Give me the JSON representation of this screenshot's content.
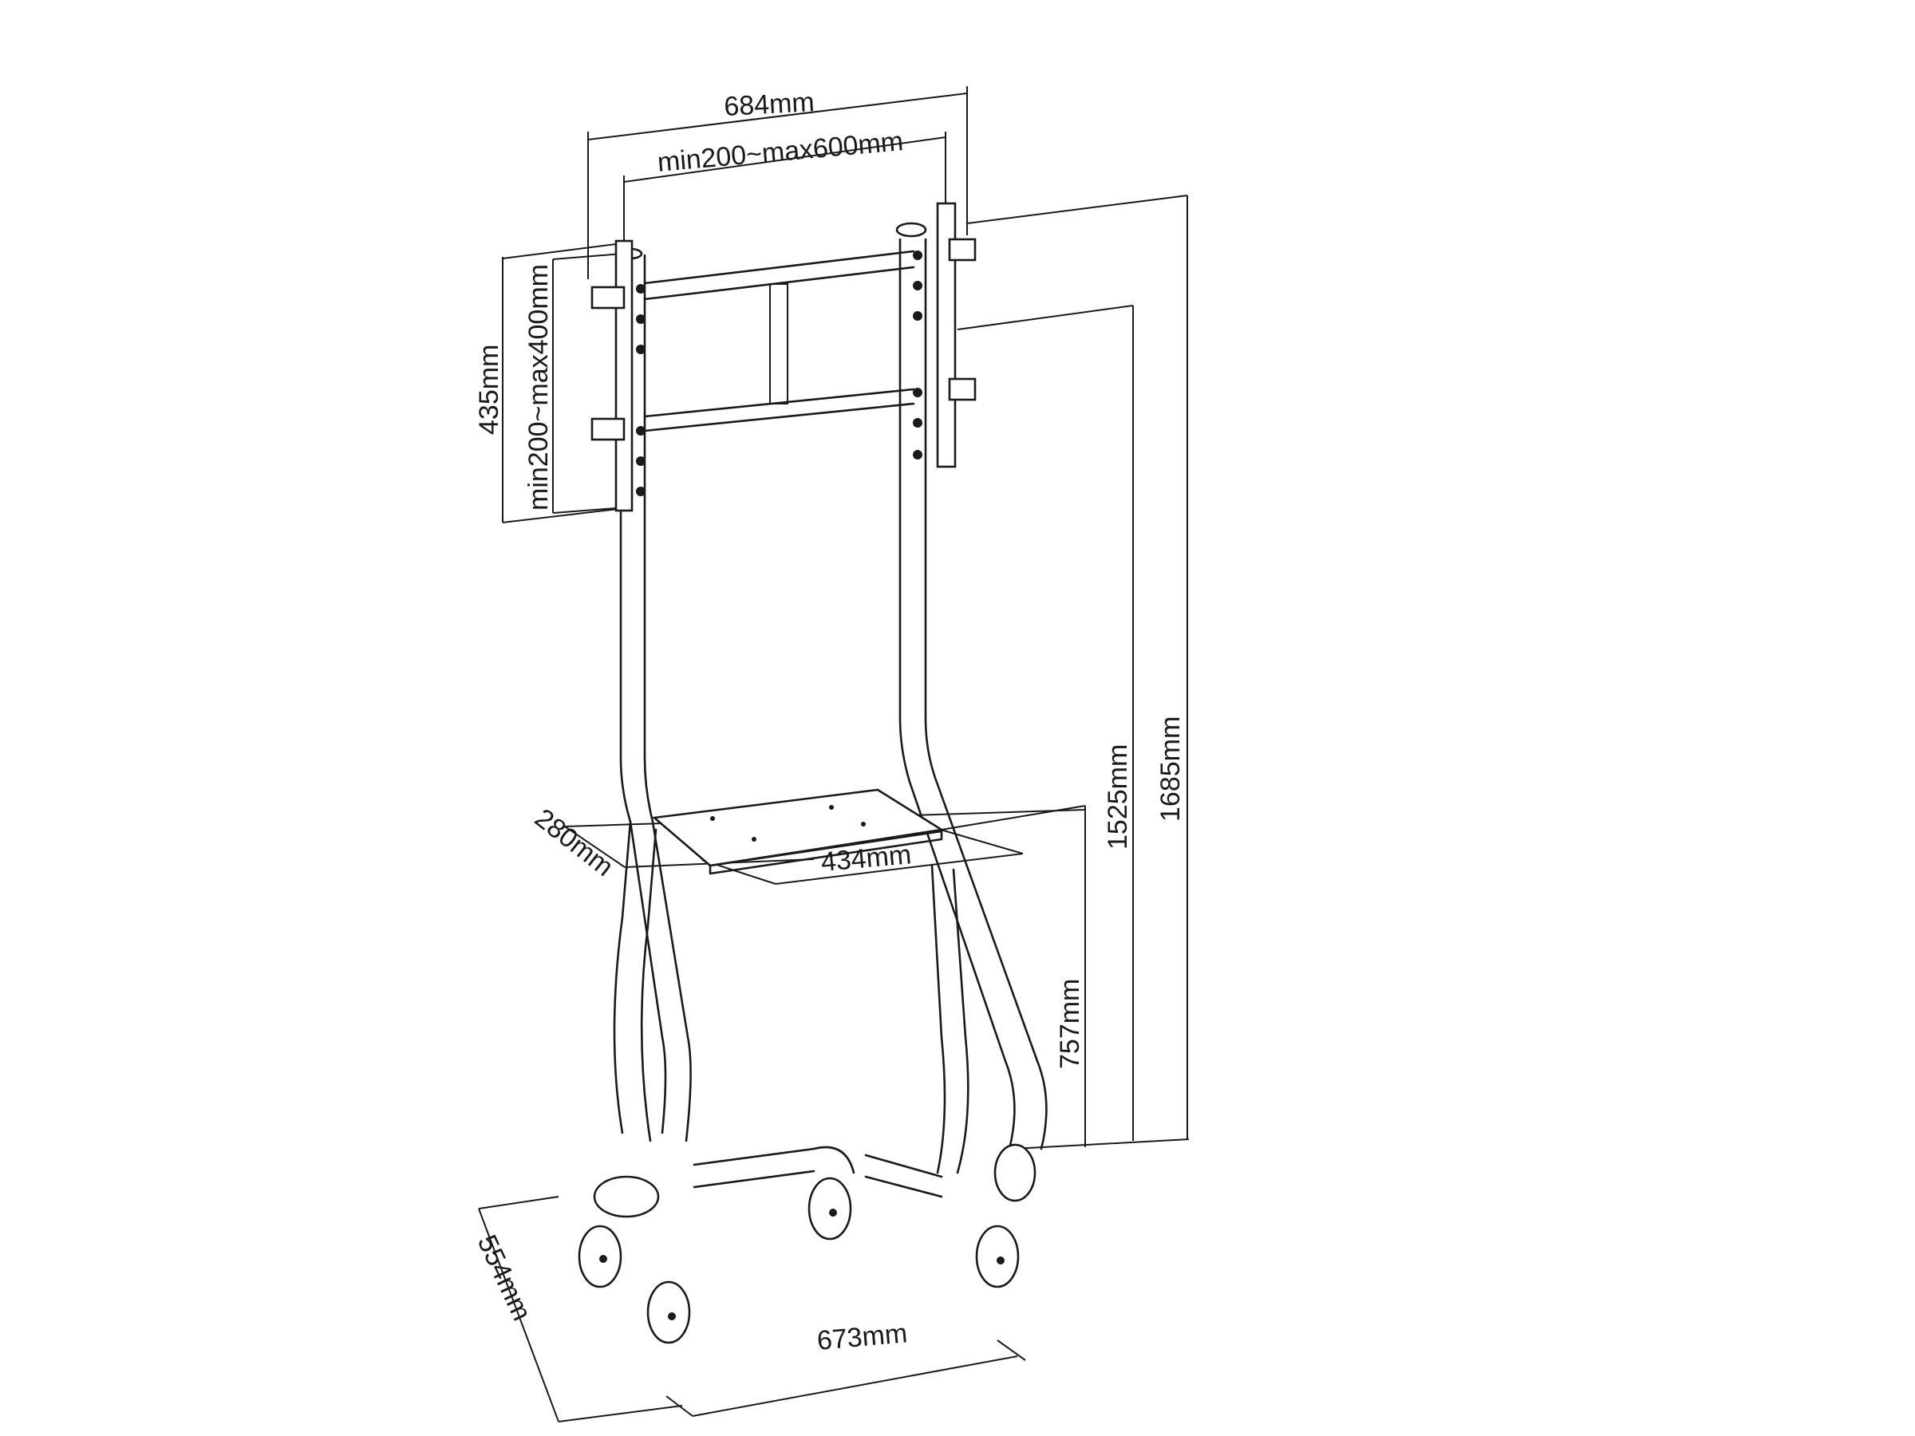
{
  "diagram": {
    "subject": "Mobile TV floor stand with shelf and casters",
    "dimensions": {
      "overall_width": "684mm",
      "vesa_horizontal": "min200~max600mm",
      "mount_height_span": "435mm",
      "vesa_vertical": "min200~max400mm",
      "max_height": "1685mm",
      "min_height": "1525mm",
      "shelf_height": "757mm",
      "shelf_depth": "280mm",
      "shelf_width": "434mm",
      "base_depth": "554mm",
      "base_width": "673mm"
    },
    "colors": {
      "line": "#1a1a1a",
      "background": "#ffffff"
    }
  }
}
